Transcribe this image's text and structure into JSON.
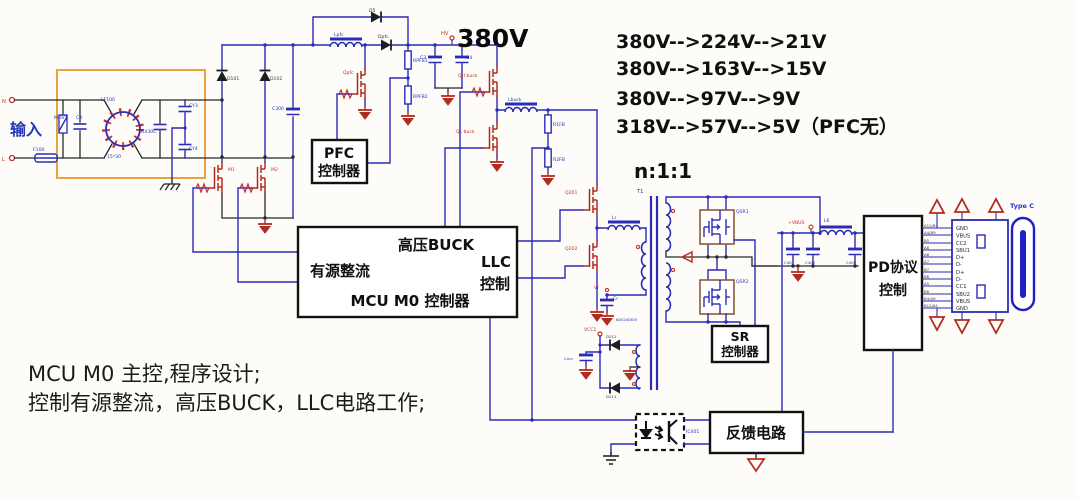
{
  "input": {
    "label": "输入",
    "n": "N",
    "l": "L",
    "fuse": "F100"
  },
  "emi": {
    "mov": "MOV1",
    "cx": "CX",
    "lf": "LF100",
    "core": "15*30",
    "cx2": "CX30C",
    "cy3": "CY3",
    "cy4": "CY4"
  },
  "rectifier": {
    "d101": "D101",
    "d102": "D102",
    "c300": "C300",
    "m1": "M1",
    "m2": "M2"
  },
  "pfc": {
    "d5": "D5",
    "l": "Lpfc",
    "d": "Dpfc",
    "q": "Qpfc",
    "r1": "RPFB1",
    "r2": "RPFB2",
    "c3": "C3",
    "c4": "C4",
    "hv": "HV",
    "bus": "380V",
    "box1": "PFC",
    "box2": "控制器"
  },
  "buck": {
    "qh": "QH buck",
    "ql": "QL buck",
    "l": "Lbuck",
    "r1": "R1FB",
    "r2": "R2FB"
  },
  "llc": {
    "q1": "Q201",
    "q2": "Q202",
    "lr": "Lr",
    "cr": "Cr",
    "crv": "6052/630V",
    "vr": "Vr"
  },
  "xfmr": {
    "t1": "T1",
    "ratio": "n:1:1"
  },
  "aux": {
    "vcc": "VCC1",
    "d1": "D212",
    "d2": "D211",
    "c": "Cvcc"
  },
  "sr": {
    "q1": "QSR1",
    "q2": "QSR2",
    "box1": "SR",
    "box2": "控制器"
  },
  "out": {
    "vbus": "+VBUS",
    "l6": "L6",
    "c1": "C407",
    "c2": "C408",
    "c3": "C409"
  },
  "pd": {
    "box1": "PD协议",
    "box2": "控制"
  },
  "fb": {
    "label": "反馈电路",
    "opto": "IC401"
  },
  "mcu": {
    "buck": "高压BUCK",
    "rect": "有源整流",
    "llc1": "LLC",
    "llc2": "控制",
    "name": "MCU M0 控制器"
  },
  "conversions": [
    "380V--&gt;224V--&gt;21V",
    "380V-->163V-->15V",
    "380V-->97V-->9V",
    "318V-->57V-->5V（PFC无）"
  ],
  "conversions_fix": [
    "380V-->224V-->21V"
  ],
  "notes": [
    "MCU M0 主控,程序设计;",
    "控制有源整流，高压BUCK，LLC电路工作;"
  ],
  "typec": {
    "title": "Type C",
    "pins": [
      "GND",
      "VBUS",
      "CC2",
      "SBU1",
      "D+",
      "D-",
      "D+",
      "D-",
      "CC1",
      "SBU2",
      "VBUS",
      "GND"
    ],
    "refs": [
      "A12/B1",
      "A4/B9",
      "B5",
      "A8",
      "A6",
      "A7",
      "B7",
      "B6",
      "A5",
      "B8",
      "B4/A9",
      "B12/A1"
    ]
  },
  "colors": {
    "wire": "#2b2bb6",
    "component": "#b02c20",
    "accent_box": "#e8a33d"
  }
}
